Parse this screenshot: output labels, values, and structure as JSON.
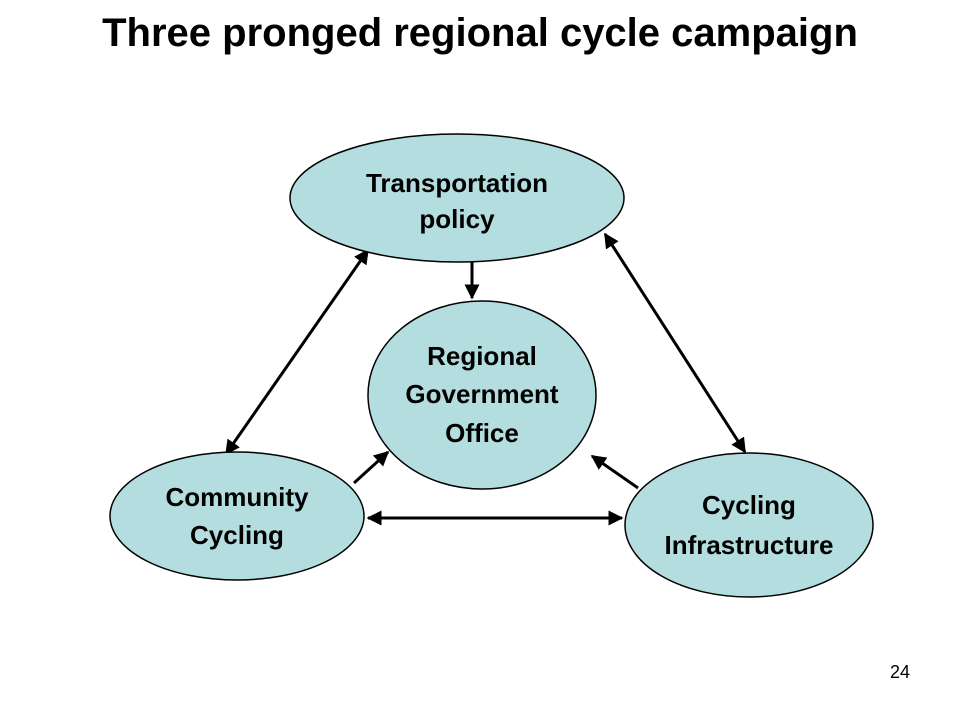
{
  "slide": {
    "title": "Three pronged regional cycle campaign",
    "page_number": "24"
  },
  "colors": {
    "node_fill": "#b4dde0",
    "node_stroke": "#000000",
    "arrow": "#000000"
  },
  "nodes": {
    "transportation_policy": {
      "line1": "Transportation",
      "line2": "policy"
    },
    "regional_government_office": {
      "line1": "Regional",
      "line2": "Government",
      "line3": "Office"
    },
    "community_cycling": {
      "line1": "Community",
      "line2": "Cycling"
    },
    "cycling_infrastructure": {
      "line1": "Cycling",
      "line2": "Infrastructure"
    }
  },
  "connections": [
    {
      "from": "Transportation policy",
      "to": "Regional Government Office",
      "direction": "one-way"
    },
    {
      "from": "Transportation policy",
      "to": "Community Cycling",
      "direction": "two-way"
    },
    {
      "from": "Transportation policy",
      "to": "Cycling Infrastructure",
      "direction": "two-way"
    },
    {
      "from": "Community Cycling",
      "to": "Cycling Infrastructure",
      "direction": "two-way"
    },
    {
      "from": "Community Cycling",
      "to": "Regional Government Office",
      "direction": "one-way"
    },
    {
      "from": "Cycling Infrastructure",
      "to": "Regional Government Office",
      "direction": "one-way"
    }
  ]
}
